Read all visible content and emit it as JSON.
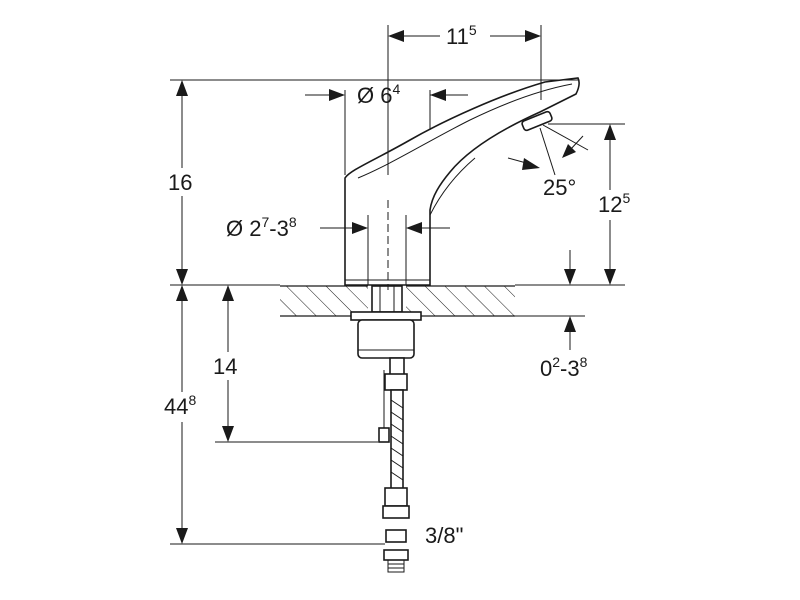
{
  "dimensions": {
    "reach": {
      "main": "11",
      "sup": "5"
    },
    "spout_diameter": {
      "prefix": "Ø 6",
      "sup": "4"
    },
    "total_height": {
      "main": "16"
    },
    "outlet_height": {
      "main": "12",
      "sup": "5"
    },
    "spray_angle": {
      "main": "25°"
    },
    "hole_diameter": {
      "prefix": "Ø 2",
      "sup1": "7",
      "mid": "-3",
      "sup2": "8"
    },
    "shank_depth": {
      "main": "14"
    },
    "hose_length": {
      "main": "44",
      "sup": "8"
    },
    "deck_thickness": {
      "prefix": "0",
      "sup1": "2",
      "mid": "-3",
      "sup2": "8"
    },
    "connection": {
      "main": "3/8\""
    }
  }
}
